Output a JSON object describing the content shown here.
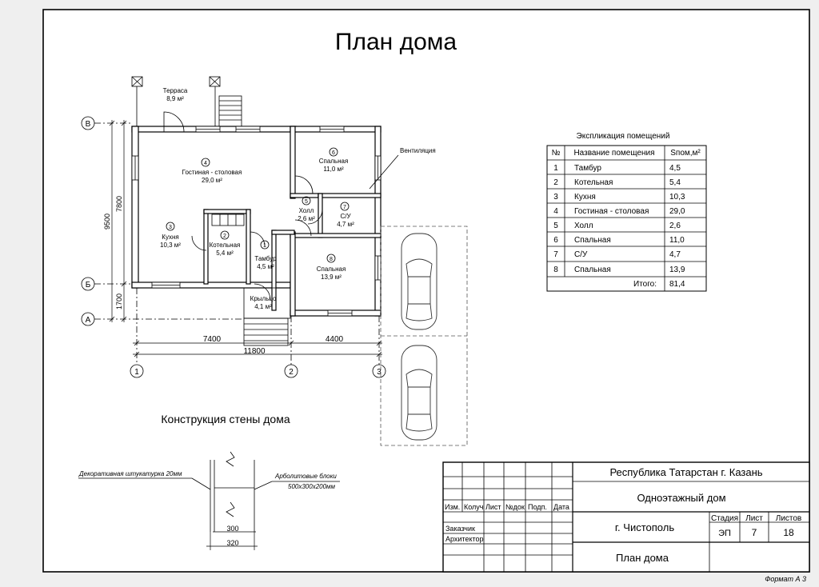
{
  "title": "План дома",
  "rooms": [
    {
      "num": "1",
      "name": "Тамбур",
      "area": "4,5 м²"
    },
    {
      "num": "2",
      "name": "Котельная",
      "area": "5,4 м²"
    },
    {
      "num": "3",
      "name": "Кухня",
      "area": "10,3 м²"
    },
    {
      "num": "4",
      "name": "Гостиная - столовая",
      "area": "29,0 м²"
    },
    {
      "num": "5",
      "name": "Холл",
      "area": "2,6 м²"
    },
    {
      "num": "6",
      "name": "Спальная",
      "area": "11,0 м²"
    },
    {
      "num": "7",
      "name": "С/У",
      "area": "4,7 м²"
    },
    {
      "num": "8",
      "name": "Спальная",
      "area": "13,9 м²"
    }
  ],
  "terrace": {
    "name": "Терраса",
    "area": "8,9 м²"
  },
  "porch": {
    "name": "Крыльцо",
    "area": "4,1 м²"
  },
  "ventilation_label": "Вентиляция",
  "axes": {
    "rows": [
      "В",
      "Б",
      "А"
    ],
    "cols": [
      "1",
      "2",
      "3"
    ]
  },
  "dimensions": {
    "left_total": "9500",
    "left_upper": "7800",
    "left_lower": "1700",
    "bottom_left": "7400",
    "bottom_right": "4400",
    "bottom_total": "11800"
  },
  "explication": {
    "title": "Экспликация помещений",
    "headers": [
      "№",
      "Название помещения",
      "Sпом,м²"
    ],
    "rows": [
      [
        "1",
        "Тамбур",
        "4,5"
      ],
      [
        "2",
        "Котельная",
        "5,4"
      ],
      [
        "3",
        "Кухня",
        "10,3"
      ],
      [
        "4",
        "Гостиная - столовая",
        "29,0"
      ],
      [
        "5",
        "Холл",
        "2,6"
      ],
      [
        "6",
        "Спальная",
        "11,0"
      ],
      [
        "7",
        "С/У",
        "4,7"
      ],
      [
        "8",
        "Спальная",
        "13,9"
      ]
    ],
    "total_label": "Итого:",
    "total_value": "81,4"
  },
  "wall_construction": {
    "title": "Конструкция стены дома",
    "plaster_label": "Декоративная штукатурка 20мм",
    "block_label_1": "Арболитовые блоки",
    "block_label_2": "500х300х200мм",
    "dim_inner": "300",
    "dim_outer": "320"
  },
  "stamp": {
    "region": "Республика Татарстан г. Казань",
    "project": "Одноэтажный дом",
    "city": "г. Чистополь",
    "sheet_title": "План дома",
    "headers": [
      "Изм.",
      "Колуч",
      "Лист",
      "№док",
      "Подп.",
      "Дата"
    ],
    "customer": "Заказчик",
    "architect": "Архитектор",
    "stage_label": "Стадия",
    "sheet_label": "Лист",
    "sheets_label": "Листов",
    "stage": "ЭП",
    "sheet": "7",
    "sheets": "18"
  },
  "format": "Формат А 3"
}
